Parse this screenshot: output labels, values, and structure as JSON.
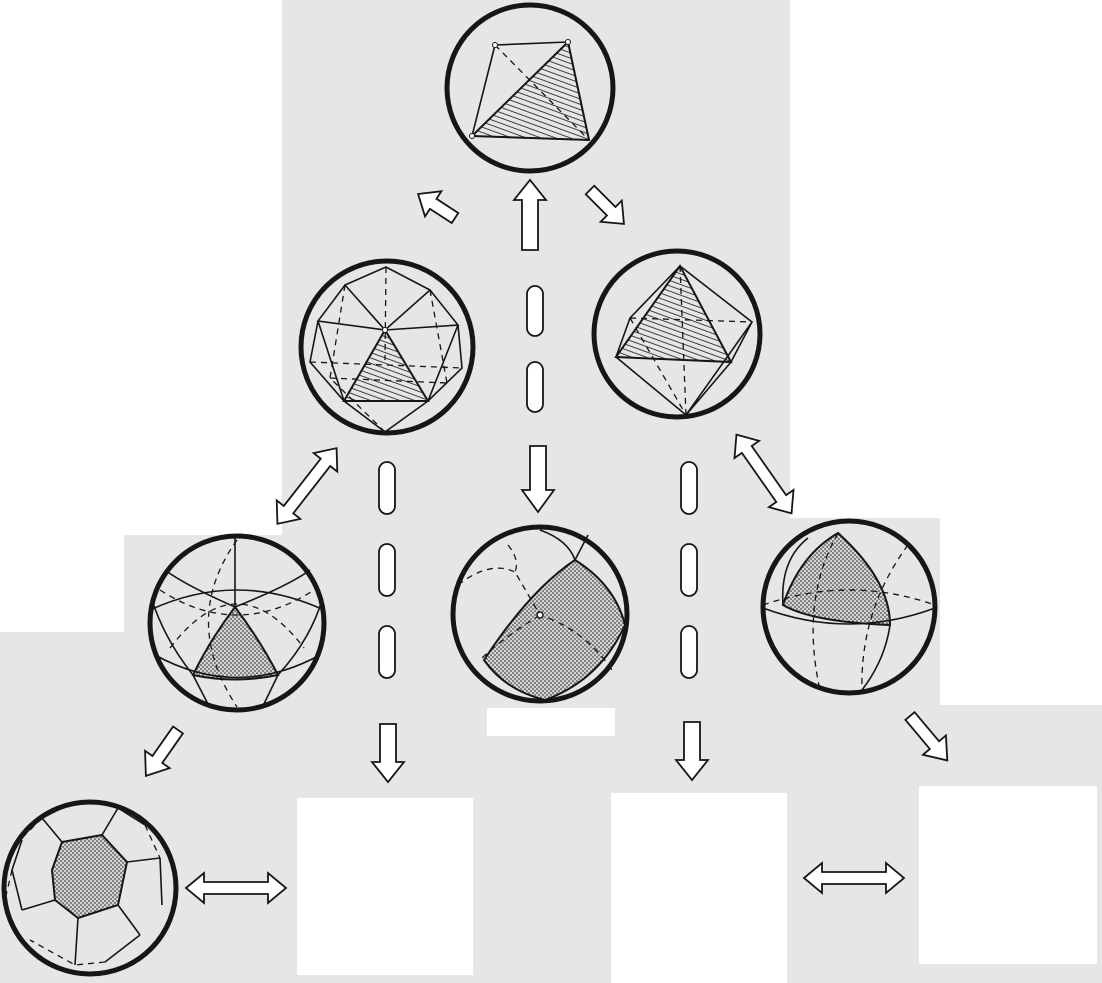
{
  "figure": {
    "kind": "polyhedra-to-spherical-tilings",
    "colors": {
      "background": "#e6e6e6",
      "ink": "#161616",
      "blank_panel": "#ffffff"
    },
    "nodes": [
      {
        "id": "tetrahedron",
        "shape": "inscribed-polyhedron",
        "face": "hatched"
      },
      {
        "id": "icosahedron",
        "shape": "inscribed-polyhedron",
        "face": "hatched"
      },
      {
        "id": "octahedron",
        "shape": "inscribed-polyhedron",
        "face": "hatched"
      },
      {
        "id": "spherical-icosahedron",
        "shape": "spherical-tiling",
        "face": "dotted"
      },
      {
        "id": "spherical-tetrahedron",
        "shape": "spherical-tiling",
        "face": "dotted"
      },
      {
        "id": "spherical-octahedron",
        "shape": "spherical-tiling",
        "face": "dotted"
      },
      {
        "id": "spherical-dodecahedron",
        "shape": "spherical-tiling",
        "face": "dotted"
      },
      {
        "id": "blank-panel-1",
        "shape": "empty"
      },
      {
        "id": "blank-panel-2",
        "shape": "empty"
      },
      {
        "id": "blank-panel-3",
        "shape": "empty"
      }
    ],
    "connectors": [
      {
        "from": "tetrahedron",
        "to": "icosahedron",
        "style": "arrow"
      },
      {
        "from": "icosahedron",
        "to": "tetrahedron",
        "style": "arrow"
      },
      {
        "from": "tetrahedron",
        "to": "octahedron",
        "style": "arrow"
      },
      {
        "from": "icosahedron",
        "to": "spherical-icosahedron",
        "style": "double-arrow"
      },
      {
        "from": "tetrahedron",
        "to": "spherical-tetrahedron",
        "style": "dashed-arrow"
      },
      {
        "from": "octahedron",
        "to": "spherical-octahedron",
        "style": "double-arrow"
      },
      {
        "from": "icosahedron",
        "to": "blank-panel-1",
        "style": "dashed-arrow"
      },
      {
        "from": "octahedron",
        "to": "blank-panel-2",
        "style": "dashed-arrow"
      },
      {
        "from": "spherical-icosahedron",
        "to": "spherical-dodecahedron",
        "style": "arrow"
      },
      {
        "from": "spherical-octahedron",
        "to": "blank-panel-3",
        "style": "arrow"
      },
      {
        "from": "spherical-dodecahedron",
        "to": "blank-panel-1",
        "style": "double-arrow"
      },
      {
        "from": "blank-panel-2",
        "to": "blank-panel-3",
        "style": "double-arrow"
      }
    ]
  }
}
